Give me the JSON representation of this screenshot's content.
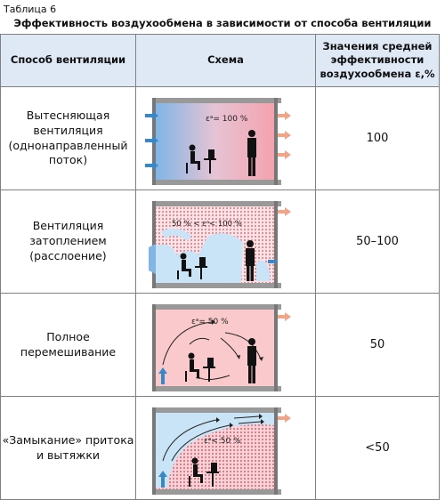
{
  "table_label": "Таблица 6",
  "title": "Эффективность воздухообмена в зависимости от способа вентиляции",
  "headers": {
    "method": "Способ вентиляции",
    "scheme": "Схема",
    "value": "Значения средней эффективности воздухообмена ε,%"
  },
  "rows": [
    {
      "method": "Вытесняющая вентиляция (однонаправленный поток)",
      "scheme_label": "εᵃ= 100 %",
      "value": "100"
    },
    {
      "method": "Вентиляция затоплением (расслоение)",
      "scheme_label": "50 % < εᵃ< 100 %",
      "value": "50–100"
    },
    {
      "method": "Полное перемешивание",
      "scheme_label": "εᵃ= 50 %",
      "value": "50"
    },
    {
      "method": "«Замыкание» притока и вытяжки",
      "scheme_label": "εᵃ< 50 %",
      "value": "<50"
    }
  ],
  "colors": {
    "header_bg": "#dfe9f6",
    "fresh_air": "#c9e4f6",
    "stale_air": "#f8b3bd",
    "arrow_in": "#3a87c8",
    "arrow_out": "#f0a488"
  }
}
